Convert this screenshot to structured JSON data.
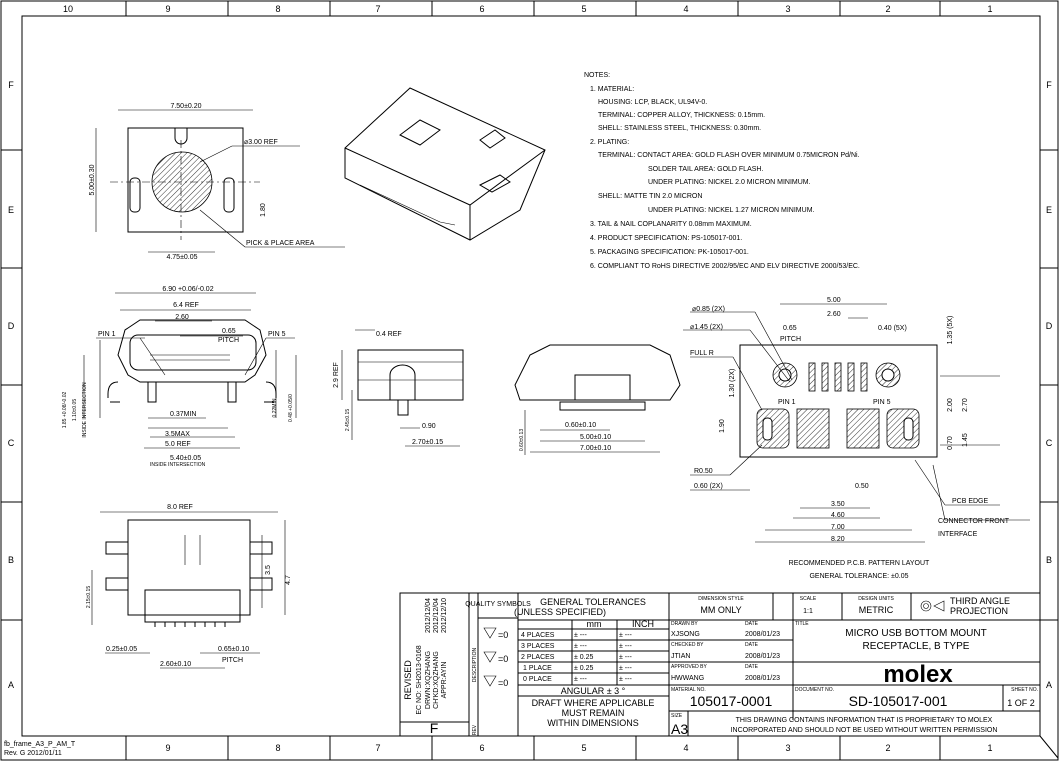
{
  "frame": {
    "columns": [
      "10",
      "9",
      "8",
      "7",
      "6",
      "5",
      "4",
      "3",
      "2",
      "1"
    ],
    "rows": [
      "F",
      "E",
      "D",
      "C",
      "B",
      "A"
    ],
    "template_name": "fb_frame_A3_P_AM_T",
    "template_rev": "Rev. G 2012/01/11"
  },
  "notes": {
    "heading": "NOTES:",
    "lines": [
      "1. MATERIAL:",
      "HOUSING: LCP, BLACK, UL94V-0.",
      "TERMINAL: COPPER ALLOY, THICKNESS: 0.15mm.",
      "SHELL: STAINLESS STEEL, THICKNESS: 0.30mm.",
      "2. PLATING:",
      "TERMINAL: CONTACT AREA: GOLD FLASH OVER MINIMUM 0.75MICRON Pd/Ni.",
      "SOLDER TAIL AREA: GOLD FLASH.",
      "UNDER PLATING: NICKEL 2.0 MICRON MINIMUM.",
      "SHELL:  MATTE TIN 2.0 MICRON",
      "UNDER PLATING: NICKEL 1.27 MICRON MINIMUM.",
      "3. TAIL & NAIL COPLANARITY 0.08mm MAXIMUM.",
      "4. PRODUCT SPECIFICATION: PS-105017-001.",
      "5. PACKAGING SPECIFICATION: PK-105017-001.",
      "6. COMPLIANT TO RoHS DIRECTIVE 2002/95/EC AND ELV DIRECTIVE 2000/53/EC."
    ]
  },
  "top_view": {
    "width": "7.50±0.20",
    "height": "5.00±0.30",
    "circle": "⌀3.00 REF",
    "slot": "1.80",
    "base": "4.75±0.05",
    "pick": "PICK & PLACE AREA"
  },
  "front_view": {
    "outer": "6.90 +0.06/-0.02",
    "ref": "6.4 REF",
    "pins_span": "2.60",
    "pitch": "0.65",
    "pitch_label": "PITCH",
    "pin1": "PIN 1",
    "pin5": "PIN 5",
    "h1": "1.85 +0.08/-0.02",
    "h2": "1.10±0.05",
    "inside": "INSIDE INTERSECTION",
    "t1": "0.22MIN",
    "t2": "0.48 +0.05/0",
    "min": "0.37MIN",
    "max": "3.5MAX",
    "ref5": "5.0 REF",
    "w540": "5.40±0.05",
    "inside2": "INSIDE INTERSECTION"
  },
  "side_view": {
    "ref04": "0.4 REF",
    "ref29": "2.9 REF",
    "h245": "2.45±0.15",
    "d090": "0.90",
    "d270": "2.70±0.15"
  },
  "rear_view": {
    "d060a": "0.60±0.10",
    "d500": "5.00±0.10",
    "d700": "7.00±0.10",
    "h060": "0.60±0.13"
  },
  "bottom_view": {
    "ref80": "8.0 REF",
    "h35": "3.5",
    "h47": "4.7",
    "h215": "2.15±0.15",
    "d025": "0.25±0.05",
    "d260": "2.60±0.10",
    "d065": "0.65±0.10",
    "pitch": "PITCH"
  },
  "pcb_layout": {
    "d085": "⌀0.85 (2X)",
    "d145": "⌀1.45 (2X)",
    "fullr": "FULL R",
    "pitch065": "0.65",
    "pitch": "PITCH",
    "d040": "0.40 (5X)",
    "d500": "5.00",
    "d260": "2.60",
    "d135": "1.35 (5X)",
    "d130": "1.30 (2X)",
    "d190": "1.90",
    "pin1": "PIN 1",
    "pin5": "PIN 5",
    "d200": "2.00",
    "d270": "2.70",
    "d070": "0.70",
    "d145b": "1.45",
    "r050": "R0.50",
    "d060": "0.60 (2X)",
    "d050": "0.50",
    "d350": "3.50",
    "d460": "4.60",
    "d700": "7.00",
    "d820": "8.20",
    "pcb_edge": "PCB EDGE",
    "conn_front": "CONNECTOR FRONT",
    "interface": "INTERFACE",
    "caption": "RECOMMENDED P.C.B. PATTERN LAYOUT",
    "tolerance": "GENERAL TOLERANCE: ±0.05"
  },
  "title_block": {
    "revision": {
      "rev": "F",
      "rev_label": "REV",
      "description_label": "DESCRIPTION",
      "lines": [
        "REVISED",
        "EC NO: SH2013-0168",
        "DRWN:XQZHANG",
        "CH'KD:XQZHANG",
        "APPR:AYIN"
      ],
      "dates": [
        "2012/12/04",
        "2012/12/04",
        "2012/12/10"
      ]
    },
    "quality_symbols": "QUALITY SYMBOLS",
    "quality_rows": [
      "=0",
      "=0",
      "=0"
    ],
    "general_tolerances": "GENERAL TOLERANCES",
    "unless_specified": "(UNLESS SPECIFIED)",
    "unit_mm": "mm",
    "unit_inch": "INCH",
    "tolerance_rows": [
      {
        "places": "4 PLACES",
        "mm": "± ---",
        "inch": "± ---"
      },
      {
        "places": "3 PLACES",
        "mm": "± ---",
        "inch": "± ---"
      },
      {
        "places": "2 PLACES",
        "mm": "± 0.25",
        "inch": "± ---"
      },
      {
        "places": "1 PLACE",
        "mm": "± 0.25",
        "inch": "± ---"
      },
      {
        "places": "0 PLACE",
        "mm": "± ---",
        "inch": "± ---"
      }
    ],
    "angular": "ANGULAR ± 3 °",
    "draft": [
      "DRAFT WHERE APPLICABLE",
      "MUST REMAIN",
      "WITHIN DIMENSIONS"
    ],
    "dimension_style_label": "DIMENSION STYLE",
    "dimension_style": "MM ONLY",
    "scale_label": "SCALE",
    "scale": "1:1",
    "design_units_label": "DESIGN UNITS",
    "design_units": "METRIC",
    "projection": [
      "THIRD ANGLE",
      "PROJECTION"
    ],
    "drawn_by_label": "DRAWN BY",
    "drawn_by": "XJSONG",
    "drawn_date": "2008/01/23",
    "checked_by_label": "CHECKED BY",
    "checked_by": "JTIAN",
    "checked_date": "2008/01/23",
    "approved_by_label": "APPROVED BY",
    "approved_by": "HWWANG",
    "approved_date": "2008/01/23",
    "date_label": "DATE",
    "title_label": "TITLE",
    "title": [
      "MICRO USB BOTTOM MOUNT",
      "RECEPTACLE, B TYPE"
    ],
    "logo": "molex",
    "material_no_label": "MATERIAL NO.",
    "material_no": "105017-0001",
    "document_no_label": "DOCUMENT NO.",
    "document_no": "SD-105017-001",
    "sheet_no_label": "SHEET NO.",
    "sheet_no": "1 OF 2",
    "size_label": "SIZE",
    "size": "A3",
    "proprietary": [
      "THIS DRAWING CONTAINS INFORMATION THAT IS PROPRIETARY TO MOLEX",
      "INCORPORATED AND SHOULD NOT BE USED WITHOUT WRITTEN PERMISSION"
    ]
  }
}
